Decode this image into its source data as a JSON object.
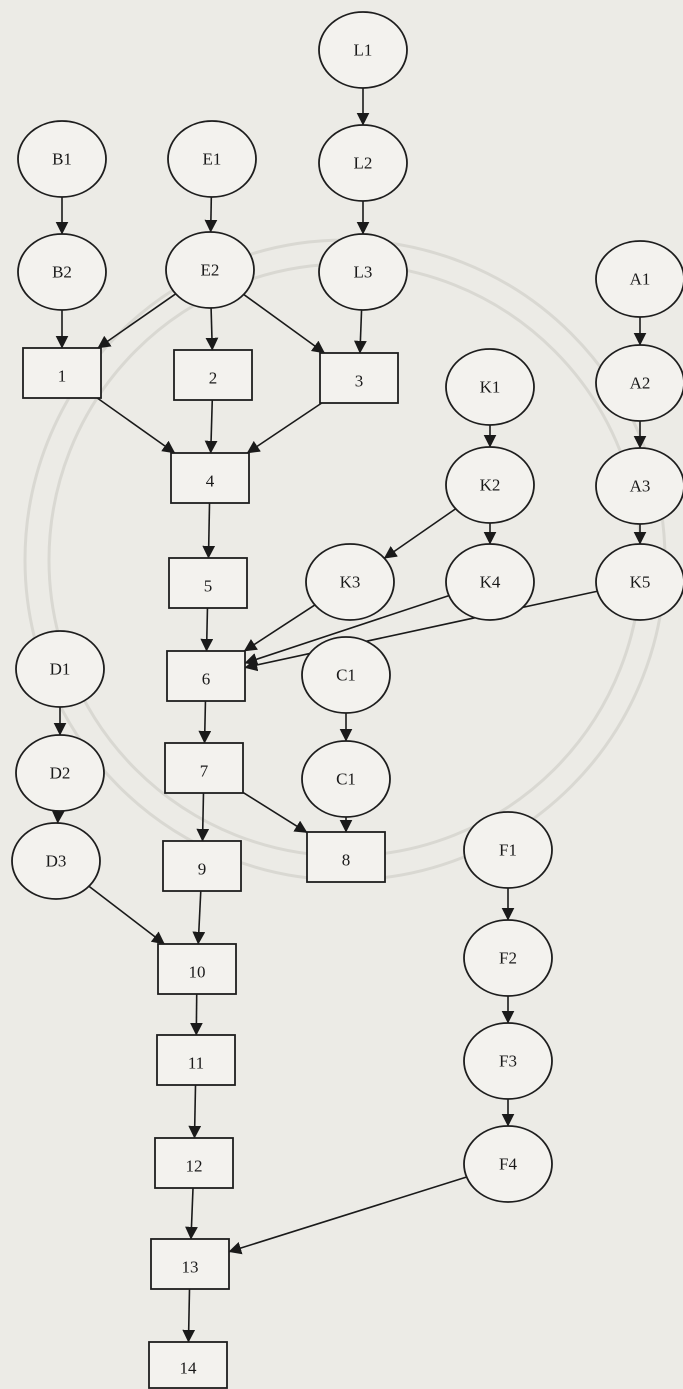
{
  "diagram": {
    "nodes": [
      {
        "id": "L1",
        "label": "L1",
        "shape": "circle"
      },
      {
        "id": "L2",
        "label": "L2",
        "shape": "circle"
      },
      {
        "id": "L3",
        "label": "L3",
        "shape": "circle"
      },
      {
        "id": "B1",
        "label": "B1",
        "shape": "circle"
      },
      {
        "id": "B2",
        "label": "B2",
        "shape": "circle"
      },
      {
        "id": "E1",
        "label": "E1",
        "shape": "circle"
      },
      {
        "id": "E2",
        "label": "E2",
        "shape": "circle"
      },
      {
        "id": "A1",
        "label": "A1",
        "shape": "circle"
      },
      {
        "id": "A2",
        "label": "A2",
        "shape": "circle"
      },
      {
        "id": "A3",
        "label": "A3",
        "shape": "circle"
      },
      {
        "id": "K1",
        "label": "K1",
        "shape": "circle"
      },
      {
        "id": "K2",
        "label": "K2",
        "shape": "circle"
      },
      {
        "id": "K3",
        "label": "K3",
        "shape": "circle"
      },
      {
        "id": "K4",
        "label": "K4",
        "shape": "circle"
      },
      {
        "id": "K5",
        "label": "K5",
        "shape": "circle"
      },
      {
        "id": "D1",
        "label": "D1",
        "shape": "circle"
      },
      {
        "id": "D2",
        "label": "D2",
        "shape": "circle"
      },
      {
        "id": "D3",
        "label": "D3",
        "shape": "circle"
      },
      {
        "id": "C1a",
        "label": "C1",
        "shape": "circle"
      },
      {
        "id": "C1b",
        "label": "C1",
        "shape": "circle"
      },
      {
        "id": "F1",
        "label": "F1",
        "shape": "circle"
      },
      {
        "id": "F2",
        "label": "F2",
        "shape": "circle"
      },
      {
        "id": "F3",
        "label": "F3",
        "shape": "circle"
      },
      {
        "id": "F4",
        "label": "F4",
        "shape": "circle"
      },
      {
        "id": "S1",
        "label": "1",
        "shape": "rect"
      },
      {
        "id": "S2",
        "label": "2",
        "shape": "rect"
      },
      {
        "id": "S3",
        "label": "3",
        "shape": "rect"
      },
      {
        "id": "S4",
        "label": "4",
        "shape": "rect"
      },
      {
        "id": "S5",
        "label": "5",
        "shape": "rect"
      },
      {
        "id": "S6",
        "label": "6",
        "shape": "rect"
      },
      {
        "id": "S7",
        "label": "7",
        "shape": "rect"
      },
      {
        "id": "S8",
        "label": "8",
        "shape": "rect"
      },
      {
        "id": "S9",
        "label": "9",
        "shape": "rect"
      },
      {
        "id": "S10",
        "label": "10",
        "shape": "rect"
      },
      {
        "id": "S11",
        "label": "11",
        "shape": "rect"
      },
      {
        "id": "S12",
        "label": "12",
        "shape": "rect"
      },
      {
        "id": "S13",
        "label": "13",
        "shape": "rect"
      },
      {
        "id": "S14",
        "label": "14",
        "shape": "rect"
      }
    ],
    "edges": [
      {
        "from": "L1",
        "to": "L2"
      },
      {
        "from": "L2",
        "to": "L3"
      },
      {
        "from": "L3",
        "to": "S3"
      },
      {
        "from": "B1",
        "to": "B2"
      },
      {
        "from": "B2",
        "to": "S1"
      },
      {
        "from": "E1",
        "to": "E2"
      },
      {
        "from": "E2",
        "to": "S1"
      },
      {
        "from": "E2",
        "to": "S2"
      },
      {
        "from": "E2",
        "to": "S3"
      },
      {
        "from": "S1",
        "to": "S4"
      },
      {
        "from": "S2",
        "to": "S4"
      },
      {
        "from": "S3",
        "to": "S4"
      },
      {
        "from": "S4",
        "to": "S5"
      },
      {
        "from": "S5",
        "to": "S6"
      },
      {
        "from": "A1",
        "to": "A2"
      },
      {
        "from": "A2",
        "to": "A3"
      },
      {
        "from": "A3",
        "to": "K5"
      },
      {
        "from": "K1",
        "to": "K2"
      },
      {
        "from": "K2",
        "to": "K3"
      },
      {
        "from": "K2",
        "to": "K4"
      },
      {
        "from": "K3",
        "to": "S6"
      },
      {
        "from": "K4",
        "to": "S6"
      },
      {
        "from": "K5",
        "to": "S6"
      },
      {
        "from": "S6",
        "to": "S7"
      },
      {
        "from": "C1a",
        "to": "C1b"
      },
      {
        "from": "C1b",
        "to": "S8"
      },
      {
        "from": "S7",
        "to": "S8"
      },
      {
        "from": "S7",
        "to": "S9"
      },
      {
        "from": "D1",
        "to": "D2"
      },
      {
        "from": "D2",
        "to": "D3"
      },
      {
        "from": "D3",
        "to": "S10"
      },
      {
        "from": "S9",
        "to": "S10"
      },
      {
        "from": "S10",
        "to": "S11"
      },
      {
        "from": "S11",
        "to": "S12"
      },
      {
        "from": "S12",
        "to": "S13"
      },
      {
        "from": "F1",
        "to": "F2"
      },
      {
        "from": "F2",
        "to": "F3"
      },
      {
        "from": "F3",
        "to": "F4"
      },
      {
        "from": "F4",
        "to": "S13"
      },
      {
        "from": "S13",
        "to": "S14"
      }
    ]
  }
}
